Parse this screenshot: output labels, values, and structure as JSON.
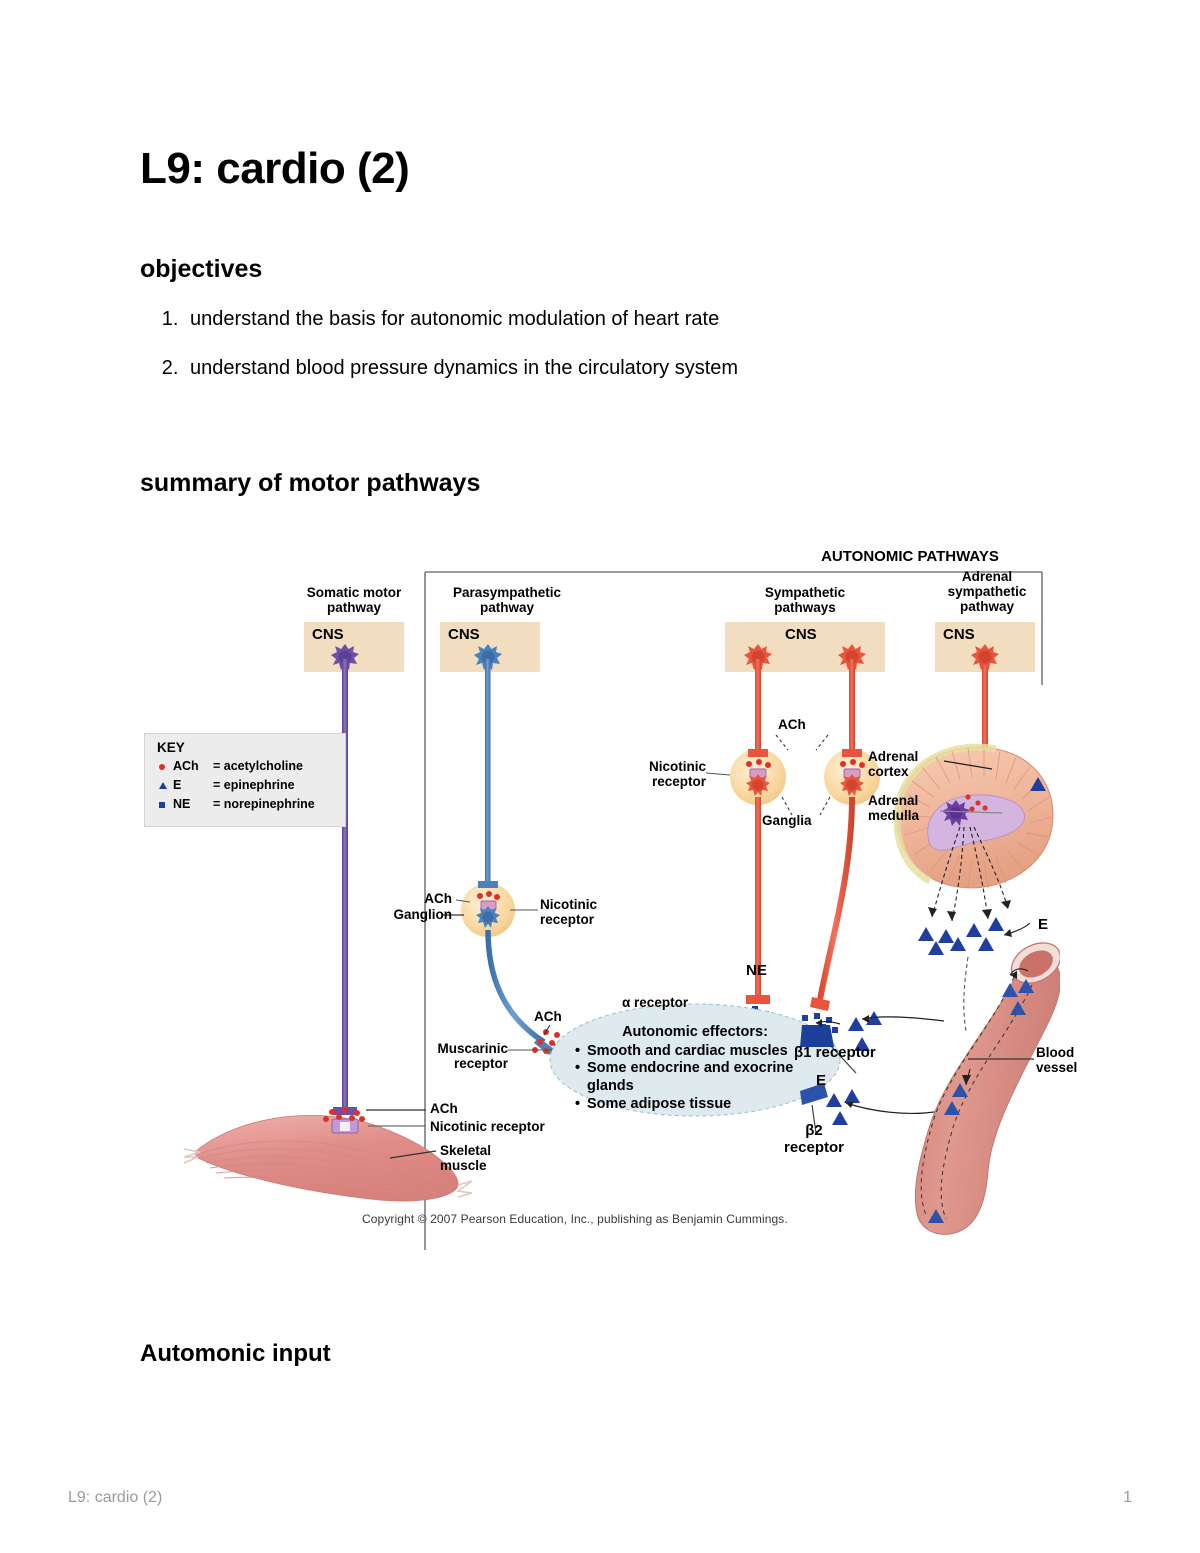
{
  "document": {
    "title": "L9: cardio (2)",
    "objectives_heading": "objectives",
    "objectives": [
      "understand the basis for autonomic modulation of heart rate",
      "understand blood pressure dynamics in the circulatory system"
    ],
    "summary_heading": "summary of motor pathways",
    "automonic_heading": "Automonic input"
  },
  "footer": {
    "left": "L9: cardio (2)",
    "page_number": "1"
  },
  "figure": {
    "banner": "AUTONOMIC PATHWAYS",
    "copyright": "Copyright © 2007 Pearson Education, Inc., publishing as Benjamin Cummings.",
    "columns": [
      {
        "title": "Somatic motor\npathway",
        "cns": "CNS"
      },
      {
        "title": "Parasympathetic\npathway",
        "cns": "CNS"
      },
      {
        "title": "Sympathetic\npathways",
        "cns": "CNS"
      },
      {
        "title": "Adrenal\nsympathetic\npathway",
        "cns": "CNS"
      }
    ],
    "key": {
      "title": "KEY",
      "rows": [
        {
          "marker": "red-dot",
          "abbr": "ACh",
          "eq": "= acetylcholine"
        },
        {
          "marker": "blue-triangle",
          "abbr": "E",
          "eq": "= epinephrine"
        },
        {
          "marker": "blue-square",
          "abbr": "NE",
          "eq": "= norepinephrine"
        }
      ]
    },
    "labels": {
      "ach_sympathetic": "ACh",
      "nicotinic_receptor_sym": "Nicotinic\nreceptor",
      "ganglia": "Ganglia",
      "adrenal_cortex": "Adrenal\ncortex",
      "adrenal_medulla": "Adrenal\nmedulla",
      "epinephrine_adrenal": "E",
      "ach_ganglion": "ACh",
      "ganglion": "Ganglion",
      "nicotinic_receptor_para": "Nicotinic\nreceptor",
      "ach_muscarinic": "ACh",
      "muscarinic_receptor": "Muscarinic\nreceptor",
      "alpha_receptor": "α receptor",
      "ne": "NE",
      "beta1_receptor": "β1 receptor",
      "beta2_receptor": "β2\nreceptor",
      "epinephrine_vessel": "E",
      "blood_vessel": "Blood\nvessel",
      "ach_nmj": "ACh",
      "nicotinic_receptor_nmj": "Nicotinic receptor",
      "skeletal_muscle": "Skeletal\nmuscle"
    },
    "effectors": {
      "title": "Autonomic effectors:",
      "items": [
        "Smooth and cardiac muscles",
        "Some endocrine and exocrine glands",
        "Some adipose tissue"
      ]
    },
    "colors": {
      "somatic": "#6b4fa8",
      "parasympathetic": "#4a82bd",
      "sympathetic": "#e8553c",
      "cns_box": "#f2ddc0",
      "ganglion": "#fadfb0",
      "effector_ellipse": "#dfeaef",
      "vessel": "#dd9288",
      "muscle": "#e79a97",
      "ach_dot": "#e03127",
      "ne_square": "#1e3f9e",
      "e_triangle": "#1e3f9e",
      "adrenal_medulla": "#d3b5e0"
    }
  }
}
